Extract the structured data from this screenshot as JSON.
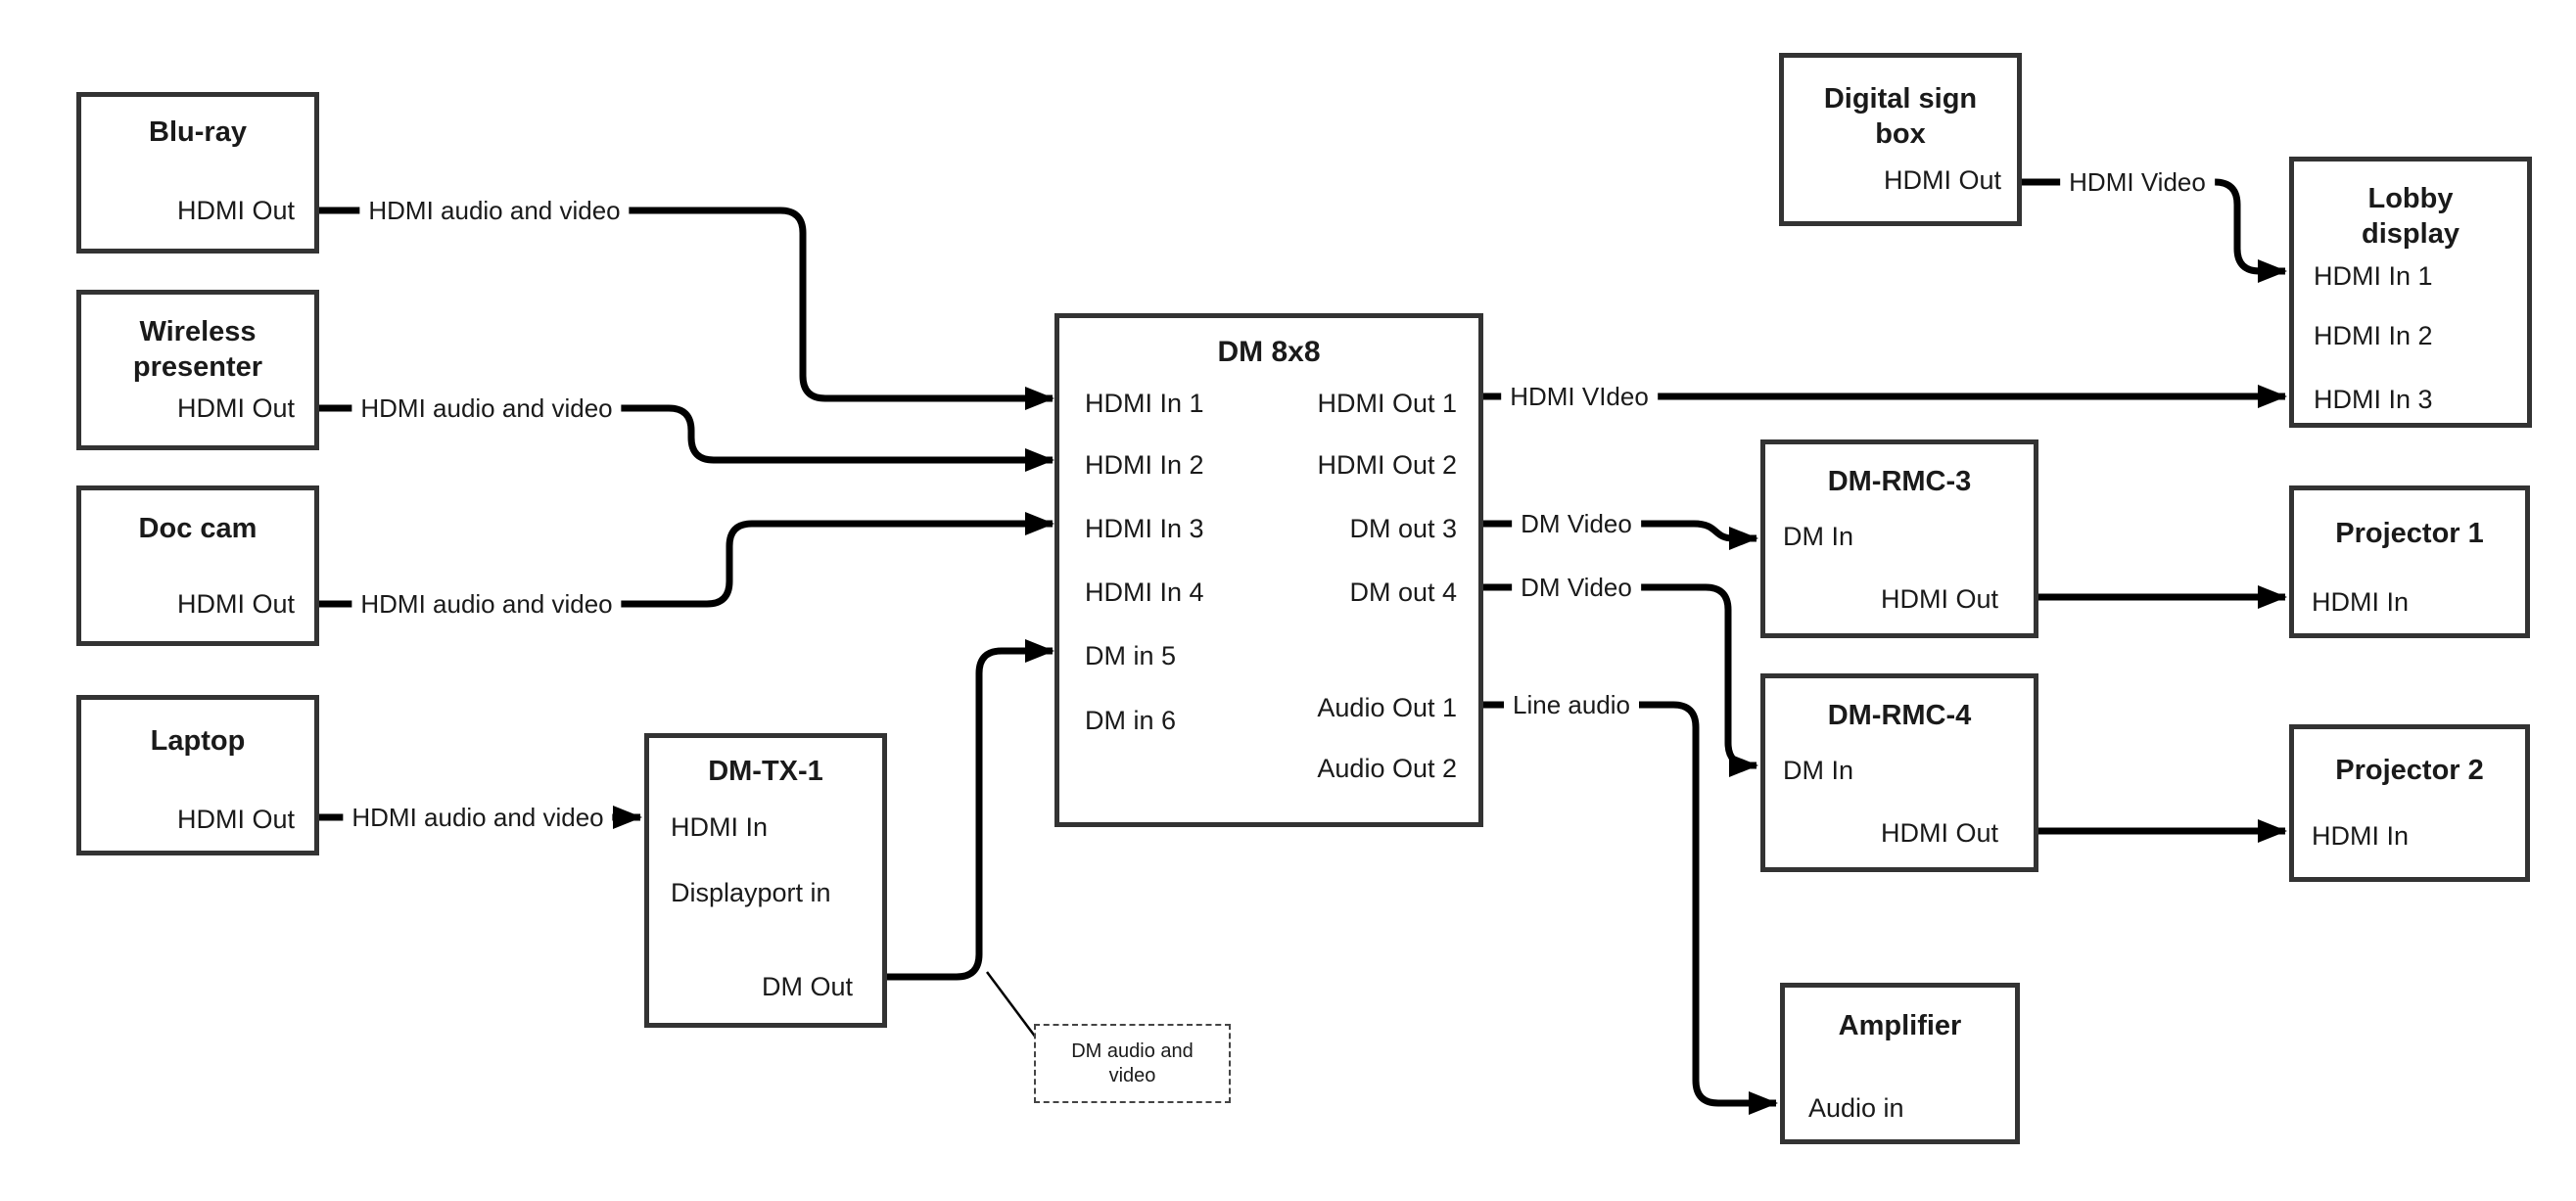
{
  "nodes": {
    "blu_ray": {
      "title": "Blu-ray",
      "ports": {
        "hdmi_out": "HDMI Out"
      }
    },
    "wireless_presenter": {
      "title": "Wireless\npresenter",
      "ports": {
        "hdmi_out": "HDMI Out"
      }
    },
    "doc_cam": {
      "title": "Doc cam",
      "ports": {
        "hdmi_out": "HDMI Out"
      }
    },
    "laptop": {
      "title": "Laptop",
      "ports": {
        "hdmi_out": "HDMI Out"
      }
    },
    "dm_tx_1": {
      "title": "DM-TX-1",
      "ports": {
        "hdmi_in": "HDMI In",
        "displayport_in": "Displayport in",
        "dm_out": "DM Out"
      }
    },
    "dm_8x8": {
      "title": "DM 8x8",
      "inputs": [
        "HDMI In 1",
        "HDMI In 2",
        "HDMI In 3",
        "HDMI In 4",
        "DM in 5",
        "DM in 6"
      ],
      "outputs": [
        "HDMI Out 1",
        "HDMI Out 2",
        "DM out 3",
        "DM out 4",
        "Audio Out 1",
        "Audio Out 2"
      ]
    },
    "digital_sign_box": {
      "title": "Digital sign\nbox",
      "ports": {
        "hdmi_out": "HDMI Out"
      }
    },
    "lobby_display": {
      "title": "Lobby\ndisplay",
      "ports": {
        "hdmi_in_1": "HDMI In 1",
        "hdmi_in_2": "HDMI In 2",
        "hdmi_in_3": "HDMI In 3"
      }
    },
    "dm_rmc_3": {
      "title": "DM-RMC-3",
      "ports": {
        "dm_in": "DM In",
        "hdmi_out": "HDMI Out"
      }
    },
    "projector_1": {
      "title": "Projector 1",
      "ports": {
        "hdmi_in": "HDMI In"
      }
    },
    "dm_rmc_4": {
      "title": "DM-RMC-4",
      "ports": {
        "dm_in": "DM In",
        "hdmi_out": "HDMI Out"
      }
    },
    "projector_2": {
      "title": "Projector 2",
      "ports": {
        "hdmi_in": "HDMI In"
      }
    },
    "amplifier": {
      "title": "Amplifier",
      "ports": {
        "audio_in": "Audio in"
      }
    }
  },
  "connection_labels": {
    "blu_ray_to_dm8x8": "HDMI audio and video",
    "wireless_to_dm8x8": "HDMI audio and video",
    "doc_cam_to_dm8x8": "HDMI audio and video",
    "laptop_to_dm_tx_1": "HDMI audio and video",
    "hdmi_out_1_to_lobby": "HDMI VIdeo",
    "dm_out_3_to_rmc3": "DM Video",
    "dm_out_4_to_rmc4": "DM Video",
    "audio_out_1_to_amplifier": "Line audio",
    "digital_sign_to_lobby": "HDMI Video"
  },
  "note": {
    "text": "DM audio and\nvideo"
  },
  "colors": {
    "background": "#ffffff",
    "box_border": "#333333",
    "line": "#000000",
    "text": "#1a1a1a"
  }
}
